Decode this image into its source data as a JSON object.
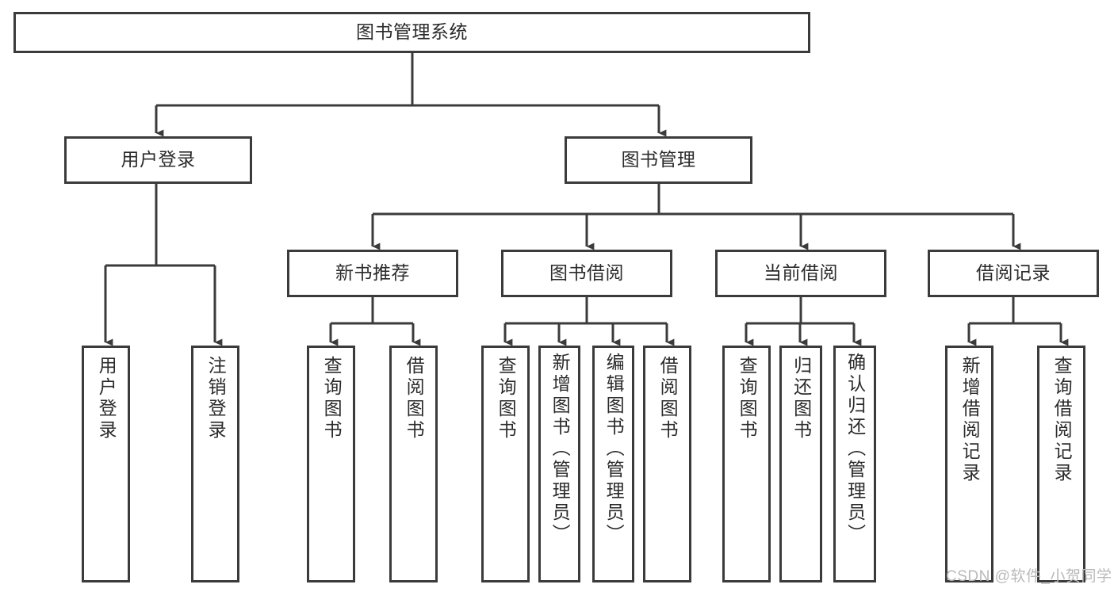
{
  "diagram": {
    "type": "tree",
    "title": "图书管理系统",
    "watermark": "CSDN @软件_小贺同学",
    "colors": {
      "box_border": "#3b3b3b",
      "box_fill": "#ffffff",
      "connector": "#3b3b3b",
      "text": "#2b2b2b",
      "watermark": "#b9b9b9",
      "background": "#ffffff"
    },
    "root": {
      "label": "图书管理系统"
    },
    "level2": [
      {
        "label": "用户登录"
      },
      {
        "label": "图书管理"
      }
    ],
    "level3": [
      {
        "label": "新书推荐"
      },
      {
        "label": "图书借阅"
      },
      {
        "label": "当前借阅"
      },
      {
        "label": "借阅记录"
      }
    ],
    "leaves": {
      "user_login": [
        {
          "label": "用户登录"
        },
        {
          "label": "注销登录"
        }
      ],
      "new_book_recommend": [
        {
          "label": "查询图书"
        },
        {
          "label": "借阅图书"
        }
      ],
      "book_borrow": [
        {
          "label": "查询图书"
        },
        {
          "label": "新增图书（管理员）"
        },
        {
          "label": "编辑图书（管理员）"
        },
        {
          "label": "借阅图书"
        }
      ],
      "current_borrow": [
        {
          "label": "查询图书"
        },
        {
          "label": "归还图书"
        },
        {
          "label": "确认归还（管理员）"
        }
      ],
      "borrow_record": [
        {
          "label": "新增借阅记录"
        },
        {
          "label": "查询借阅记录"
        }
      ]
    }
  }
}
